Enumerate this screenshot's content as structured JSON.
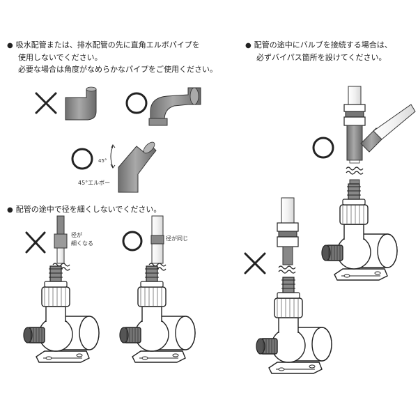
{
  "notes": {
    "elbow": {
      "bullet": "●",
      "lines": [
        "吸水配管または、排水配管の先に直角エルボパイプを",
        "使用しないでください。",
        "必要な場合は角度がなめらかなパイプをご使用ください。"
      ]
    },
    "valve": {
      "bullet": "●",
      "lines": [
        "配管の途中にバルブを接続する場合は、",
        "必ずバイパス箇所を設けてください。"
      ]
    },
    "diameter": {
      "bullet": "●",
      "lines": [
        "配管の途中で径を細くしないでください。"
      ]
    }
  },
  "labels": {
    "elbow45": "45°エルボー",
    "angle": "45°",
    "narrowing": [
      "径が",
      "細くなる"
    ],
    "same": "径が同じ"
  },
  "marks": {
    "ng": "✕",
    "ok": "○"
  },
  "colors": {
    "pipe_gray": "#8a8a8a",
    "pipe_dark": "#5e5e5e",
    "line": "#222222"
  }
}
